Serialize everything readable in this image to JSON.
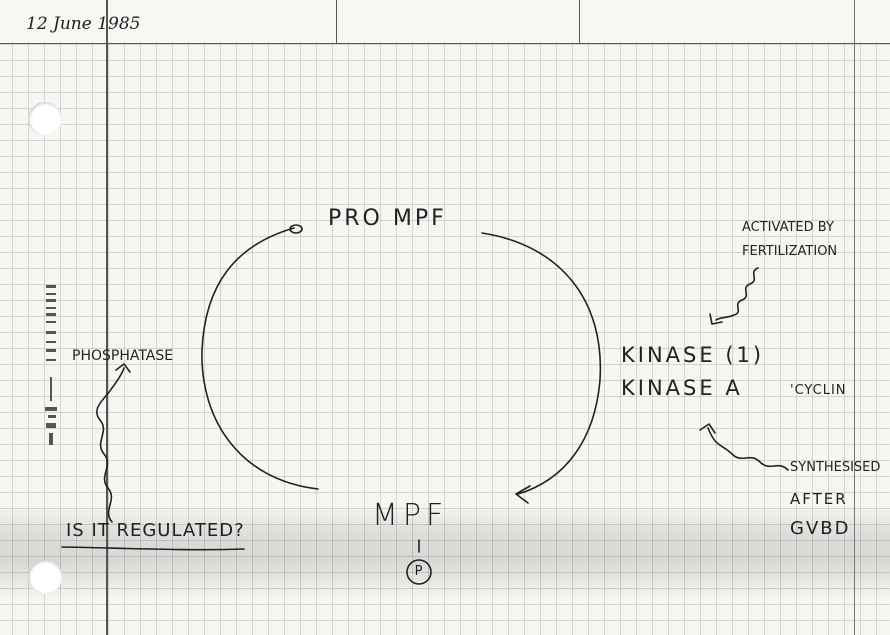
{
  "date": "12 June 1985",
  "diagram": {
    "top_node": "PRO MPF",
    "bottom_node": "MPF",
    "phospho_marker": "P",
    "left_label": "PHOSPHATASE",
    "right_label_1": "KINASE (1)",
    "right_label_2": "KINASE A",
    "right_label_2_note": "'CYCLIN",
    "question": "IS IT REGULATED?",
    "top_right_note_line1": "ACTIVATED BY",
    "top_right_note_line2": "FERTILIZATION",
    "bottom_right_note_line1": "SYNTHESISED",
    "bottom_right_note_line2": "AFTER",
    "bottom_right_note_line3": "GVBD"
  },
  "colors": {
    "ink": "#222222",
    "paper": "#f6f6f3",
    "grid": "#bdbdbd"
  }
}
